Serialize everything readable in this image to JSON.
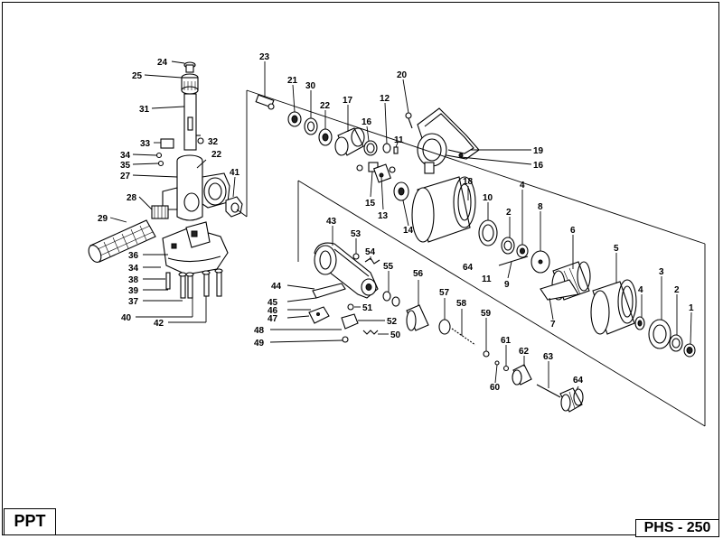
{
  "brand_label": "PPT",
  "drawing_code": "PHS - 250",
  "part_numbers": {
    "p1": "1",
    "p2a": "2",
    "p2b": "2",
    "p3": "3",
    "p4a": "4",
    "p4b": "4",
    "p5": "5",
    "p6": "6",
    "p7": "7",
    "p8": "8",
    "p9": "9",
    "p10": "10",
    "p11a": "11",
    "p11b": "11",
    "p12": "12",
    "p13": "13",
    "p14": "14",
    "p15": "15",
    "p16a": "16",
    "p16b": "16",
    "p17": "17",
    "p18": "18",
    "p19": "19",
    "p20": "20",
    "p21": "21",
    "p22a": "22",
    "p22b": "22",
    "p23": "23",
    "p24": "24",
    "p25": "25",
    "p27": "27",
    "p28": "28",
    "p29": "29",
    "p30": "30",
    "p31": "31",
    "p32": "32",
    "p33": "33",
    "p34a": "34",
    "p34b": "34",
    "p35": "35",
    "p36": "36",
    "p37": "37",
    "p38": "38",
    "p39": "39",
    "p40": "40",
    "p41": "41",
    "p42": "42",
    "p43": "43",
    "p44": "44",
    "p45": "45",
    "p46": "46",
    "p47": "47",
    "p48": "48",
    "p49": "49",
    "p50": "50",
    "p51": "51",
    "p52": "52",
    "p53": "53",
    "p54": "54",
    "p55": "55",
    "p56": "56",
    "p57": "57",
    "p58": "58",
    "p59": "59",
    "p60": "60",
    "p61": "61",
    "p62": "62",
    "p63": "63",
    "p64a": "64",
    "p64b": "64"
  }
}
